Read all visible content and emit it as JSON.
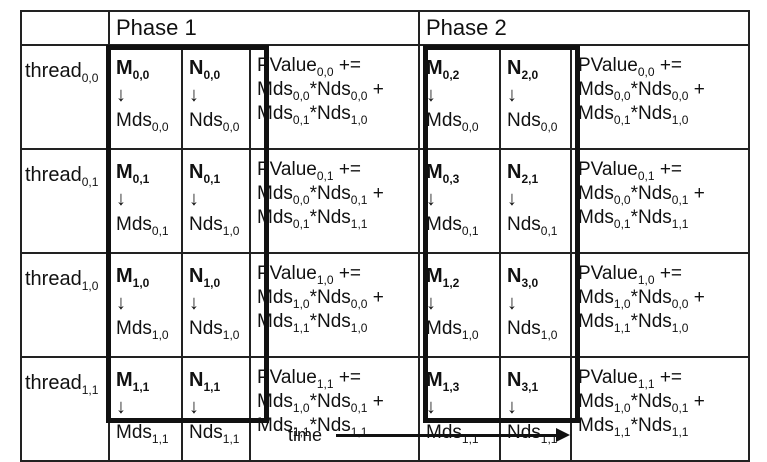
{
  "header": {
    "phase1": "Phase 1",
    "phase2": "Phase 2"
  },
  "rows": [
    {
      "thread": {
        "base": "thread",
        "sub": "0,0"
      },
      "p1": {
        "m": {
          "base": "M",
          "sub": "0,0",
          "store": "Mds",
          "store_sub": "0,0"
        },
        "n": {
          "base": "N",
          "sub": "0,0",
          "store": "Nds",
          "store_sub": "0,0"
        },
        "pv": {
          "lhs_sub": "0,0",
          "a1": "0,0",
          "b1": "0,0",
          "a2": "0,1",
          "b2": "1,0"
        }
      },
      "p2": {
        "m": {
          "base": "M",
          "sub": "0,2",
          "store": "Mds",
          "store_sub": "0,0"
        },
        "n": {
          "base": "N",
          "sub": "2,0",
          "store": "Nds",
          "store_sub": "0,0"
        },
        "pv": {
          "lhs_sub": "0,0",
          "a1": "0,0",
          "b1": "0,0",
          "a2": "0,1",
          "b2": "1,0"
        }
      }
    },
    {
      "thread": {
        "base": "thread",
        "sub": "0,1"
      },
      "p1": {
        "m": {
          "base": "M",
          "sub": "0,1",
          "store": "Mds",
          "store_sub": "0,1"
        },
        "n": {
          "base": "N",
          "sub": "0,1",
          "store": "Nds",
          "store_sub": "1,0"
        },
        "pv": {
          "lhs_sub": "0,1",
          "a1": "0,0",
          "b1": "0,1",
          "a2": "0,1",
          "b2": "1,1"
        }
      },
      "p2": {
        "m": {
          "base": "M",
          "sub": "0,3",
          "store": "Mds",
          "store_sub": "0,1"
        },
        "n": {
          "base": "N",
          "sub": "2,1",
          "store": "Nds",
          "store_sub": "0,1"
        },
        "pv": {
          "lhs_sub": "0,1",
          "a1": "0,0",
          "b1": "0,1",
          "a2": "0,1",
          "b2": "1,1"
        }
      }
    },
    {
      "thread": {
        "base": "thread",
        "sub": "1,0"
      },
      "p1": {
        "m": {
          "base": "M",
          "sub": "1,0",
          "store": "Mds",
          "store_sub": "1,0"
        },
        "n": {
          "base": "N",
          "sub": "1,0",
          "store": "Nds",
          "store_sub": "1,0"
        },
        "pv": {
          "lhs_sub": "1,0",
          "a1": "1,0",
          "b1": "0,0",
          "a2": "1,1",
          "b2": "1,0"
        }
      },
      "p2": {
        "m": {
          "base": "M",
          "sub": "1,2",
          "store": "Mds",
          "store_sub": "1,0"
        },
        "n": {
          "base": "N",
          "sub": "3,0",
          "store": "Nds",
          "store_sub": "1,0"
        },
        "pv": {
          "lhs_sub": "1,0",
          "a1": "1,0",
          "b1": "0,0",
          "a2": "1,1",
          "b2": "1,0"
        }
      }
    },
    {
      "thread": {
        "base": "thread",
        "sub": "1,1"
      },
      "p1": {
        "m": {
          "base": "M",
          "sub": "1,1",
          "store": "Mds",
          "store_sub": "1,1"
        },
        "n": {
          "base": "N",
          "sub": "1,1",
          "store": "Nds",
          "store_sub": "1,1"
        },
        "pv": {
          "lhs_sub": "1,1",
          "a1": "1,0",
          "b1": "0,1",
          "a2": "1,1",
          "b2": "1,1"
        }
      },
      "p2": {
        "m": {
          "base": "M",
          "sub": "1,3",
          "store": "Mds",
          "store_sub": "1,1"
        },
        "n": {
          "base": "N",
          "sub": "3,1",
          "store": "Nds",
          "store_sub": "1,1"
        },
        "pv": {
          "lhs_sub": "1,1",
          "a1": "1,0",
          "b1": "0,1",
          "a2": "1,1",
          "b2": "1,1"
        }
      }
    }
  ],
  "pv_text": {
    "lhs": "PValue",
    "op_add_assign": " +=",
    "op_mul": "*",
    "op_add": " +",
    "mds": "Mds",
    "nds": "Nds"
  },
  "arrow_glyph": "↓",
  "footer": {
    "time_label": "time"
  }
}
